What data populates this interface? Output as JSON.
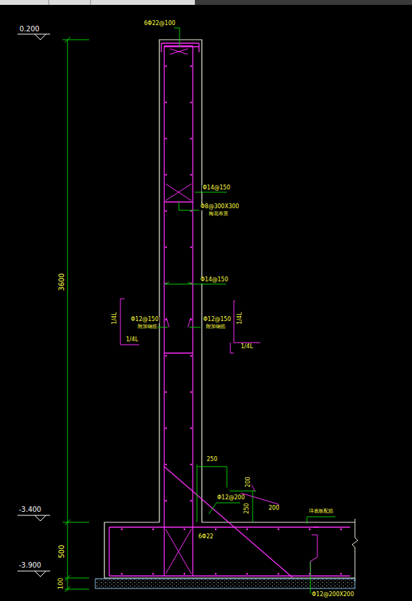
{
  "diagram": {
    "labels": [
      "0.200",
      "6Φ22@100",
      "3600",
      "Φ14@150",
      "Φ8@300X300",
      "梅花布置",
      "Φ14@150",
      "1/4L",
      "Φ12@150",
      "附加钢筋",
      "Φ12@150",
      "附加钢筋",
      "1/4L",
      "1/4L",
      "1/4L",
      "250",
      "200",
      "Φ12@200",
      "250",
      "200",
      "-3.400",
      "详底板配筋",
      "6Φ22",
      "500",
      "-3.900",
      "100",
      "Φ12@200X200"
    ]
  }
}
